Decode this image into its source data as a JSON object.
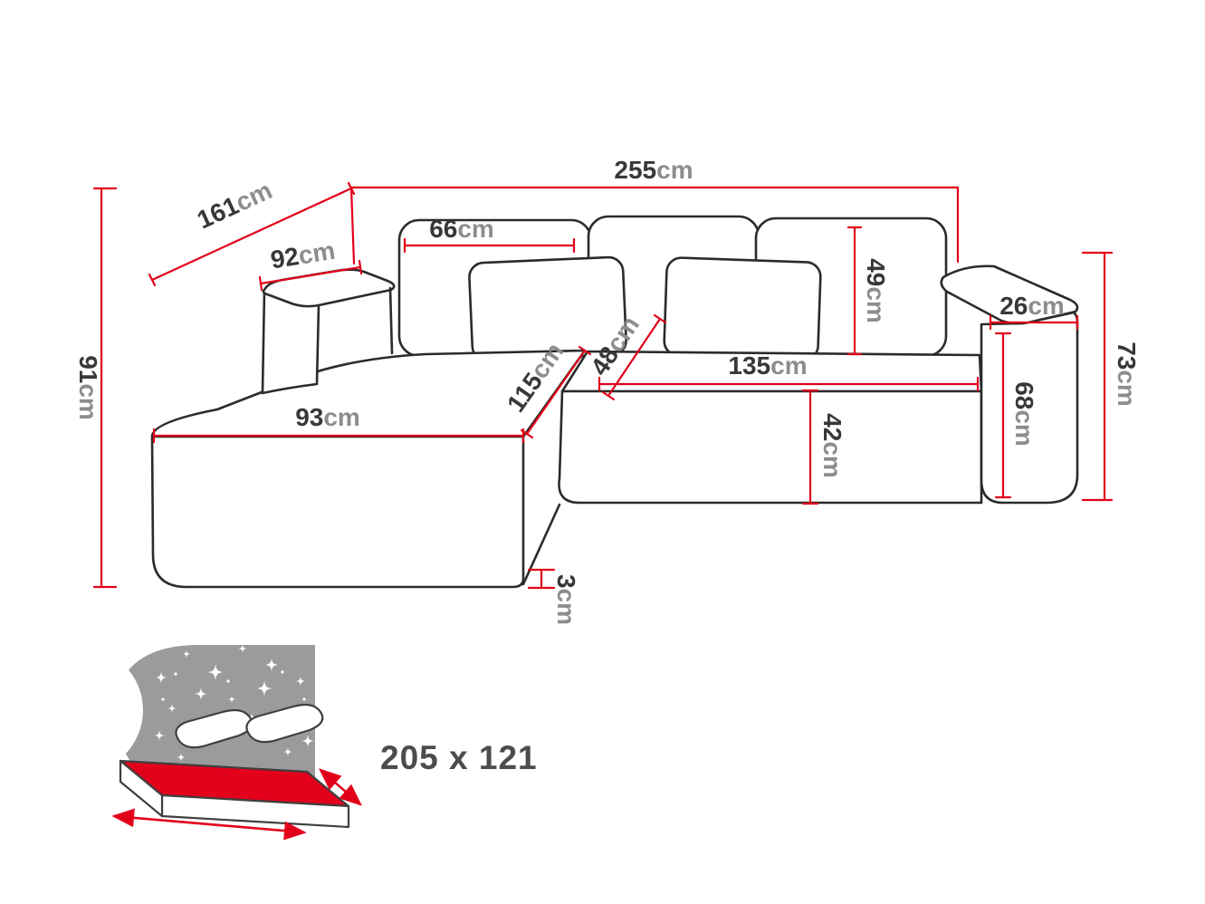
{
  "diagram": {
    "type": "corner-sofa-dimension-drawing",
    "unit_label": "cm",
    "dimensions": {
      "overall_width": {
        "num": "255",
        "unit": "cm"
      },
      "chaise_total_depth": {
        "num": "161",
        "unit": "cm"
      },
      "back_arm_width": {
        "num": "92",
        "unit": "cm"
      },
      "back_cushion_width": {
        "num": "66",
        "unit": "cm"
      },
      "backrest_height": {
        "num": "49",
        "unit": "cm"
      },
      "armrest_top_width": {
        "num": "26",
        "unit": "cm"
      },
      "arm_side_height": {
        "num": "73",
        "unit": "cm"
      },
      "armrest_height": {
        "num": "68",
        "unit": "cm"
      },
      "overall_height": {
        "num": "91",
        "unit": "cm"
      },
      "chaise_width": {
        "num": "93",
        "unit": "cm"
      },
      "chaise_length": {
        "num": "115",
        "unit": "cm"
      },
      "seat_depth": {
        "num": "48",
        "unit": "cm"
      },
      "seat_width": {
        "num": "135",
        "unit": "cm"
      },
      "seat_height": {
        "num": "42",
        "unit": "cm"
      },
      "leg_height": {
        "num": "3",
        "unit": "cm"
      }
    },
    "sleeping_area": {
      "label": "205 x 121"
    },
    "colors": {
      "dimension_line": "#e2001a",
      "sofa_outline": "#2b2b2b",
      "number_text": "#383838",
      "unit_text": "#8d8d8d",
      "bed_accent_red": "#e2001a",
      "headboard_gray": "#9b9b9b",
      "size_text": "#4c4c4c"
    }
  }
}
